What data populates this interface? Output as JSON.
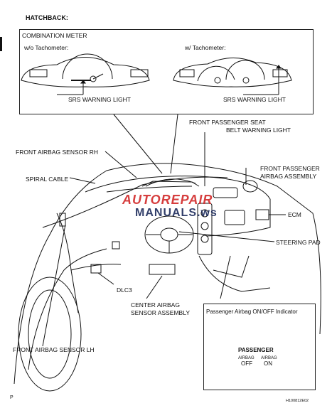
{
  "heading": "HATCHBACK:",
  "meter_box": {
    "title": "COMBINATION METER",
    "variant_left": "w/o Tachometer:",
    "variant_right": "w/ Tachometer:",
    "warning_left": "SRS WARNING LIGHT",
    "warning_right": "SRS WARNING LIGHT"
  },
  "callouts": {
    "front_passenger_seat_belt": "FRONT PASSENGER SEAT",
    "front_passenger_seat_belt_2": "BELT WARNING LIGHT",
    "front_airbag_sensor_rh": "FRONT AIRBAG SENSOR RH",
    "front_passenger_airbag": "FRONT PASSENGER",
    "front_passenger_airbag_2": "AIRBAG ASSEMBLY",
    "spiral_cable": "SPIRAL CABLE",
    "ecm": "ECM",
    "steering_pad": "STEERING PAD",
    "dlc3": "DLC3",
    "center_airbag_sensor": "CENTER AIRBAG",
    "center_airbag_sensor_2": "SENSOR ASSEMBLY",
    "front_airbag_sensor_lh": "FRONT AIRBAG SENSOR LH"
  },
  "indicator_box": {
    "title": "Passenger Airbag ON/OFF Indicator",
    "panel_text": "PASSENGER",
    "airbag_off_1": "AIRBAG",
    "airbag_off_2": "OFF",
    "airbag_on_1": "AIRBAG",
    "airbag_on_2": "ON"
  },
  "watermark": {
    "line1": "AUTOREPAIR",
    "line2": "MANUALS.ws"
  },
  "page_code": "P",
  "figure_code": "H100812E02"
}
